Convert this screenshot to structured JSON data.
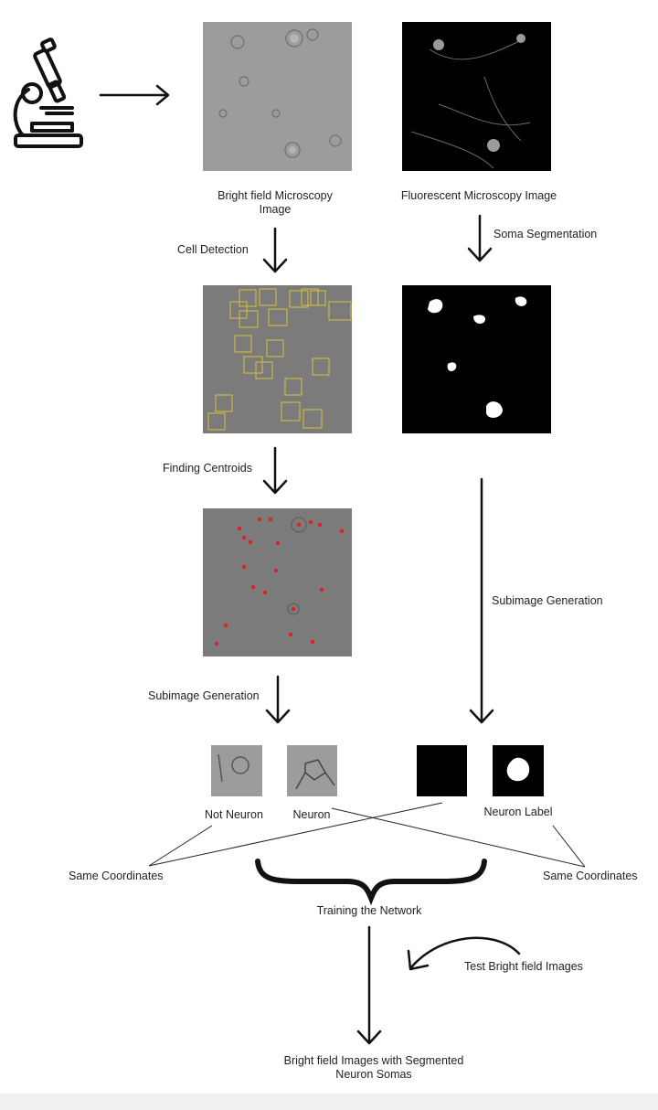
{
  "labels": {
    "bright_field": "Bright field Microscopy\nImage",
    "fluorescent": "Fluorescent Microscopy Image",
    "cell_detection": "Cell Detection",
    "soma_segmentation": "Soma Segmentation",
    "finding_centroids": "Finding Centroids",
    "subimage_generation_left": "Subimage Generation",
    "subimage_generation_right": "Subimage Generation",
    "not_neuron": "Not Neuron",
    "neuron": "Neuron",
    "neuron_label": "Neuron Label",
    "same_coordinates_left": "Same Coordinates",
    "same_coordinates_right": "Same Coordinates",
    "training": "Training the Network",
    "test_images": "Test Bright field Images",
    "output": "Bright field Images with Segmented\nNeuron Somas"
  },
  "colors": {
    "box_outline": "#d8c23a",
    "centroid": "#e02020",
    "arrow": "#111111"
  },
  "icons": [
    "microscope-icon"
  ]
}
